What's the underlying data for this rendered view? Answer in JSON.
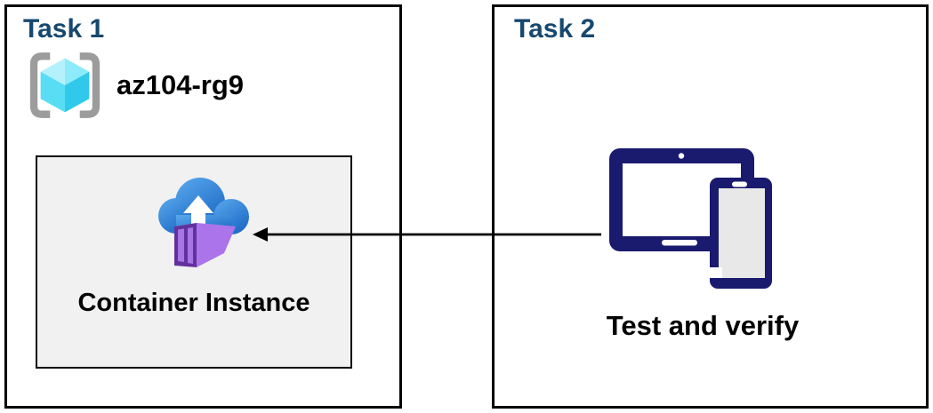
{
  "task1": {
    "title": "Task 1",
    "resource_group_name": "az104-rg9",
    "container_instance_label": "Container Instance"
  },
  "task2": {
    "title": "Task 2",
    "device_label": "Test and verify"
  },
  "icons": {
    "resource_group": "resource-group-icon",
    "container_instances": "container-instances-icon",
    "devices": "tablet-and-phone-icon",
    "connector": "left-arrow-connector"
  },
  "colors": {
    "task_title": "#17486f",
    "box_border": "#000000",
    "inner_box_bg": "#f1f1f1",
    "arrow_black": "#000000",
    "device_navy": "#1a1a6e",
    "tablet_screen": "#ffffff",
    "phone_screen": "#e8e8e8",
    "cloud_blue_top": "#5aa9ee",
    "cloud_blue_bottom": "#1d6bc6",
    "cloud_arrow_white": "#ffffff",
    "container_top": "#c9a2f3",
    "container_side": "#ab74ea",
    "container_door": "#63319c",
    "container_panel": "#a676e6",
    "rg_bracket_gray": "#9c9c9c",
    "cube_top_left": "#b4f1fc",
    "cube_top_right": "#8ceafa",
    "cube_bottom_left": "#59ddf5",
    "cube_bottom_right": "#30c9eb"
  }
}
